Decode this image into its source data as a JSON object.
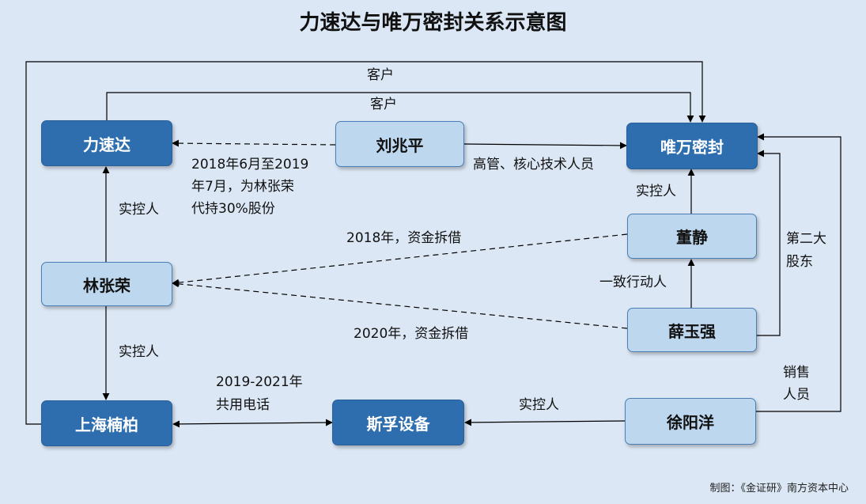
{
  "title": "力速达与唯万密封关系示意图",
  "nodes": {
    "lisuda": "力速达",
    "liuzhaoping": "刘兆平",
    "weiwan": "唯万密封",
    "dongjing": "董静",
    "linzhangrong": "林张荣",
    "xueyuqiang": "薛玉强",
    "shanghai_nanbai": "上海楠柏",
    "sifu": "斯孚设备",
    "xuyangyang": "徐阳洋"
  },
  "labels": {
    "customer_outer": "客户",
    "customer_inner": "客户",
    "proxy_line1": "2018年6月至2019",
    "proxy_line2": "年7月，为林张荣",
    "proxy_line3": "代持30%股份",
    "exec": "高管、核心技术人员",
    "controller_lisuda": "实控人",
    "controller_weiwan": "实控人",
    "loan_2018": "2018年，资金拆借",
    "loan_2020": "2020年，资金拆借",
    "concert": "一致行动人",
    "second_holder_line1": "第二大",
    "second_holder_line2": "股东",
    "controller_nanbai": "实控人",
    "phone_line1": "2019-2021年",
    "phone_line2": "共用电话",
    "controller_sifu": "实控人",
    "sales_line1": "销售",
    "sales_line2": "人员"
  },
  "credit": "制图：《金证研》南方资本中心"
}
